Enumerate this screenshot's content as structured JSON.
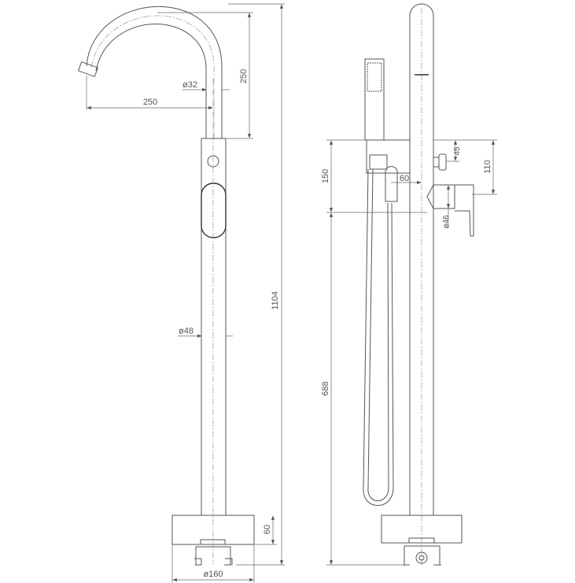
{
  "title": "Freestanding bath mixer technical drawing",
  "front_view": {
    "spout_height": "250",
    "spout_reach": "250",
    "spout_diameter": "ø32",
    "body_diameter": "ø48",
    "total_height": "1104",
    "base_height": "60",
    "base_diameter": "ø160"
  },
  "side_view": {
    "bracket_height": "150",
    "lower_height": "688",
    "handle_offset": "110",
    "diverter_offset": "45",
    "hose_offset": "60",
    "handle_diameter": "ø46"
  }
}
